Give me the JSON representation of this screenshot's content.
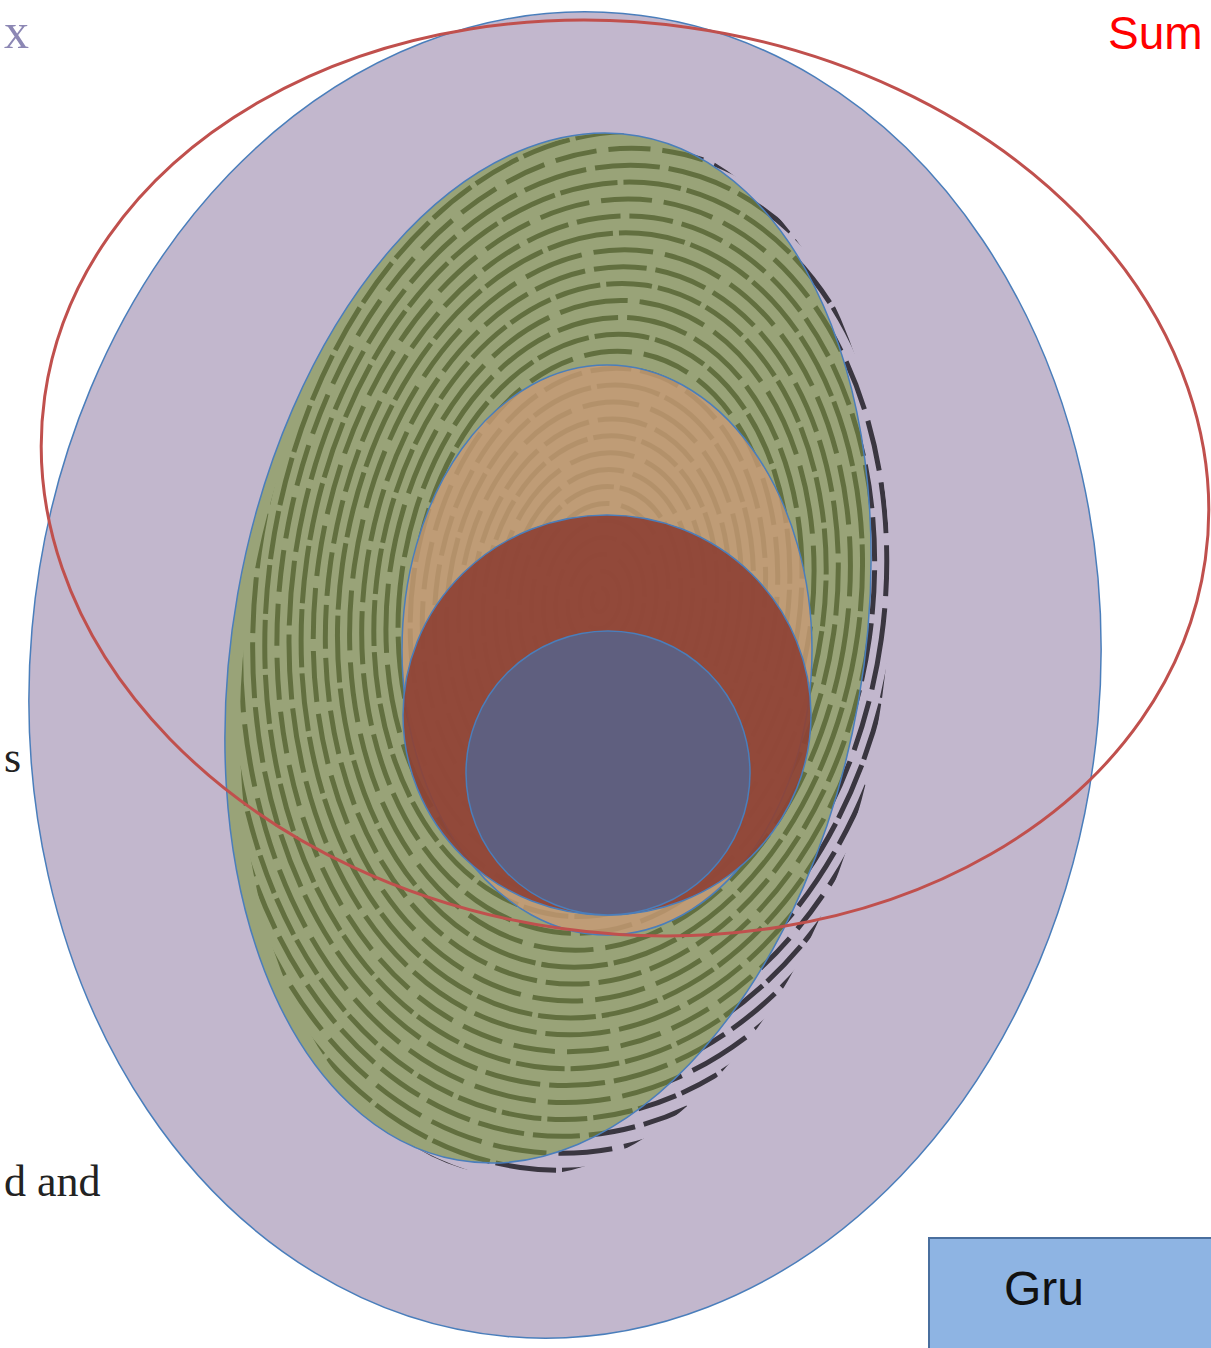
{
  "diagram": {
    "nodes": [
      {
        "text": [
          "Gru"
        ]
      }
    ],
    "labels": [
      "x",
      "Sum",
      "s",
      "d and"
    ]
  }
}
